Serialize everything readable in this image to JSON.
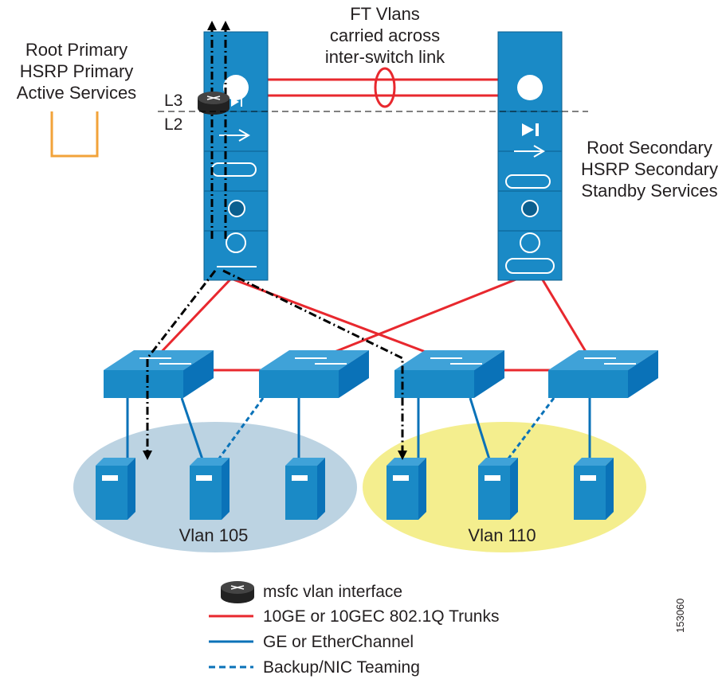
{
  "labels": {
    "ft_line1": "FT Vlans",
    "ft_line2": "carried across",
    "ft_line3": "inter-switch link",
    "primary_line1": "Root Primary",
    "primary_line2": "HSRP Primary",
    "primary_line3": "Active Services",
    "secondary_line1": "Root Secondary",
    "secondary_line2": "HSRP Secondary",
    "secondary_line3": "Standby Services",
    "layer3": "L3",
    "layer2": "L2",
    "vlan_left": "Vlan 105",
    "vlan_right": "Vlan 110",
    "figure_id": "153060"
  },
  "legend": {
    "msfc": "msfc vlan interface",
    "trunk": "10GE or 10GEC 802.1Q Trunks",
    "ge": "GE or EtherChannel",
    "backup": "Backup/NIC Teaming"
  },
  "colors": {
    "trunk_red": "#e8282e",
    "link_blue": "#0a72b8",
    "device_blue": "#1a8ac6",
    "vlan_left_fill": "#bcd3e2",
    "vlan_right_fill": "#f4ee8e",
    "bracket_orange": "#f2a33a"
  }
}
